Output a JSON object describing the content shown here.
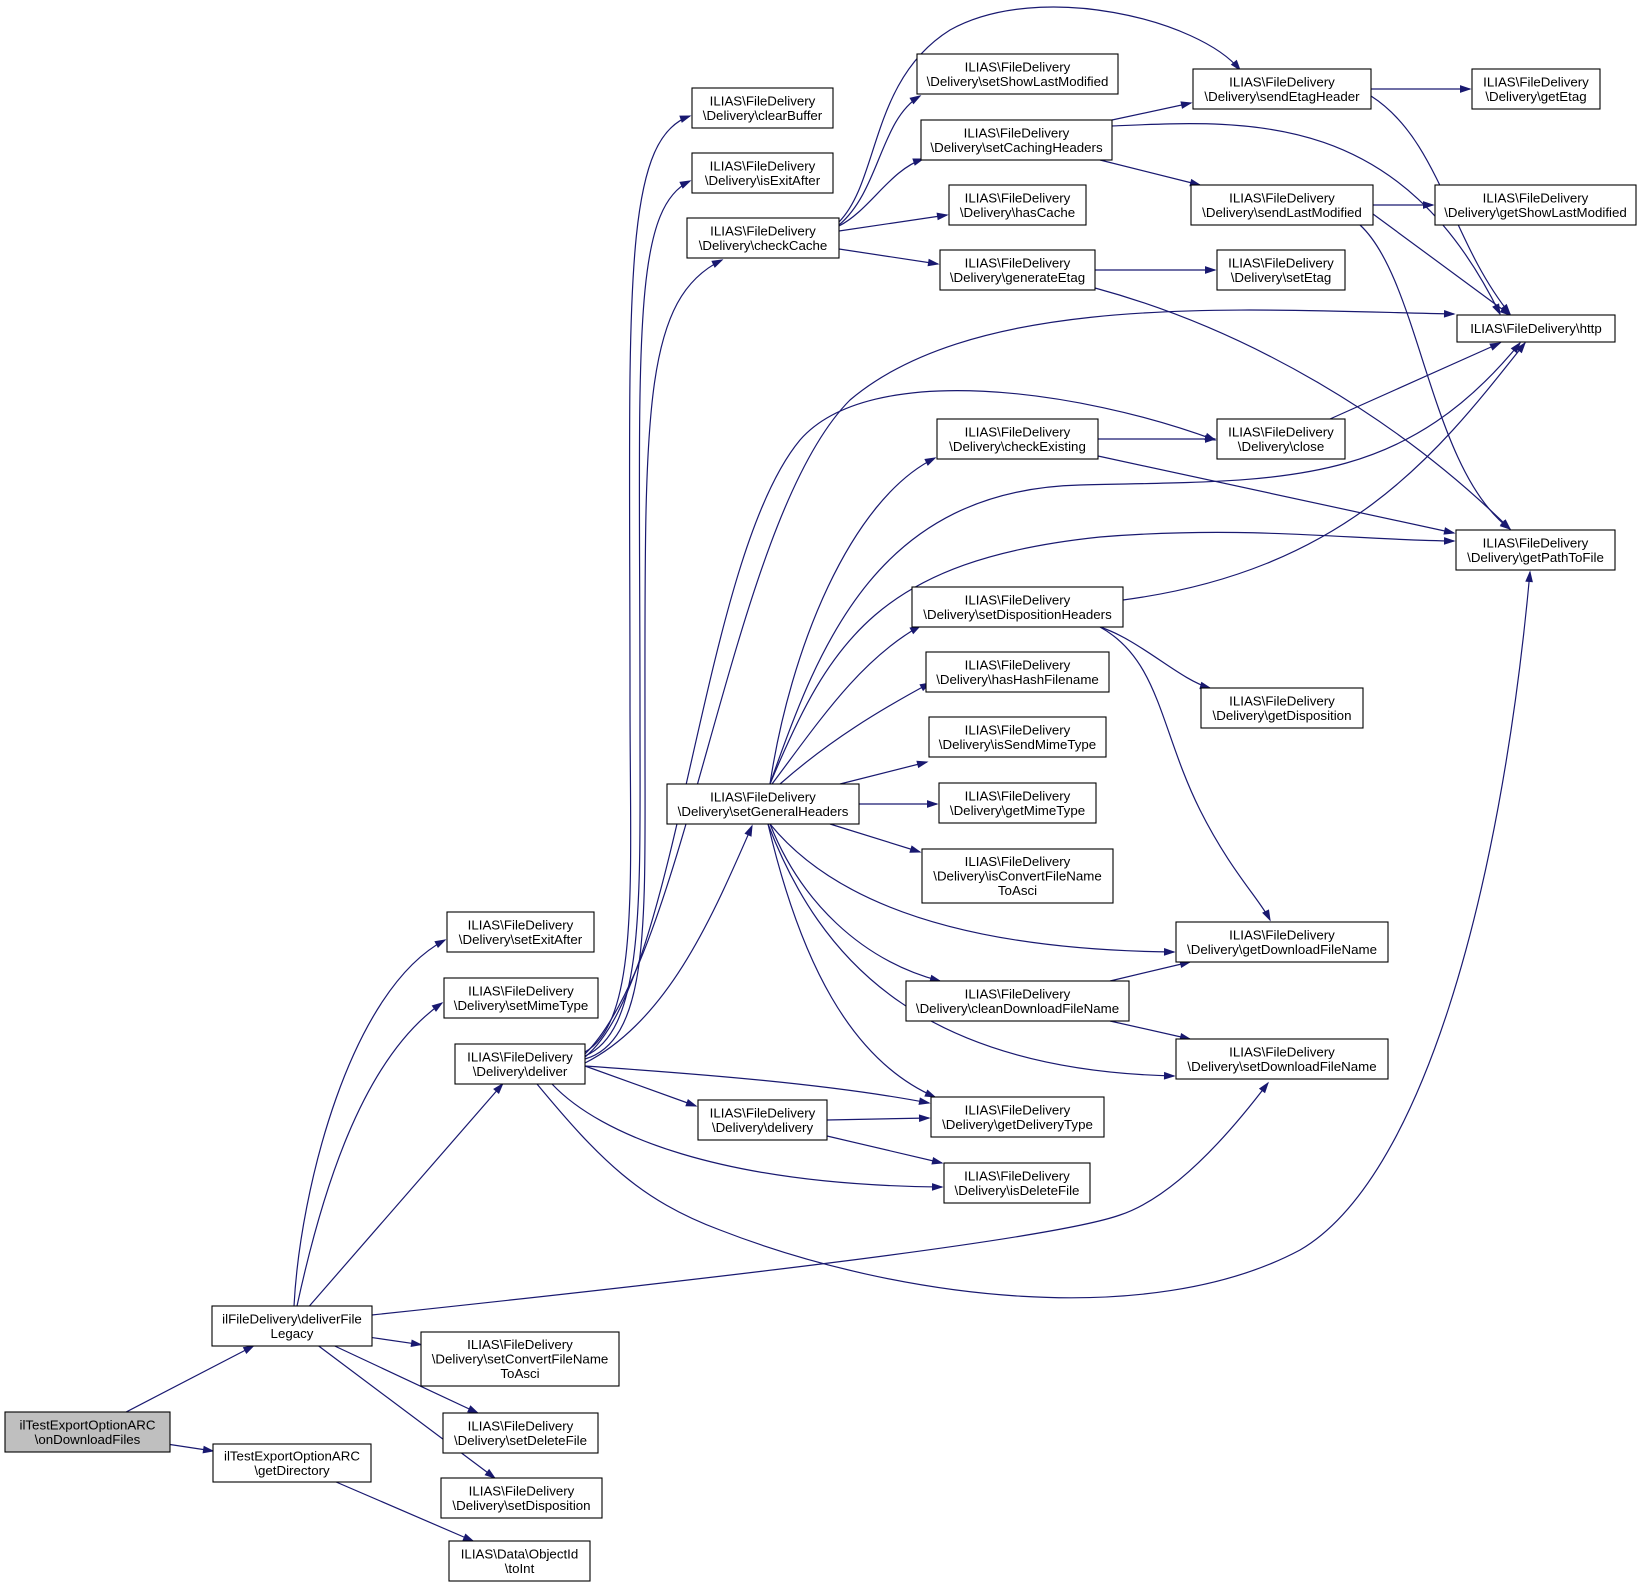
{
  "colors": {
    "edge": "#191970",
    "node_border": "#000000",
    "root_fill": "#bfbfbf",
    "node_fill": "#ffffff"
  },
  "nodes": [
    {
      "id": "root",
      "lines": [
        "ilTestExportOptionARC",
        "\\onDownloadFiles"
      ],
      "highlight": true
    },
    {
      "id": "deliverFileLegacy",
      "lines": [
        "ilFileDelivery\\deliverFile",
        "Legacy"
      ]
    },
    {
      "id": "getDirectory",
      "lines": [
        "ilTestExportOptionARC",
        "\\getDirectory"
      ]
    },
    {
      "id": "toInt",
      "lines": [
        "ILIAS\\Data\\ObjectId",
        "\\toInt"
      ]
    },
    {
      "id": "setExitAfter",
      "lines": [
        "ILIAS\\FileDelivery",
        "\\Delivery\\setExitAfter"
      ]
    },
    {
      "id": "setMimeType",
      "lines": [
        "ILIAS\\FileDelivery",
        "\\Delivery\\setMimeType"
      ]
    },
    {
      "id": "deliver",
      "lines": [
        "ILIAS\\FileDelivery",
        "\\Delivery\\deliver"
      ]
    },
    {
      "id": "setConvertFileNameToAsci",
      "lines": [
        "ILIAS\\FileDelivery",
        "\\Delivery\\setConvertFileName",
        "ToAsci"
      ]
    },
    {
      "id": "setDeleteFile",
      "lines": [
        "ILIAS\\FileDelivery",
        "\\Delivery\\setDeleteFile"
      ]
    },
    {
      "id": "setDisposition",
      "lines": [
        "ILIAS\\FileDelivery",
        "\\Delivery\\setDisposition"
      ]
    },
    {
      "id": "clearBuffer",
      "lines": [
        "ILIAS\\FileDelivery",
        "\\Delivery\\clearBuffer"
      ]
    },
    {
      "id": "isExitAfter",
      "lines": [
        "ILIAS\\FileDelivery",
        "\\Delivery\\isExitAfter"
      ]
    },
    {
      "id": "checkCache",
      "lines": [
        "ILIAS\\FileDelivery",
        "\\Delivery\\checkCache"
      ]
    },
    {
      "id": "setGeneralHeaders",
      "lines": [
        "ILIAS\\FileDelivery",
        "\\Delivery\\setGeneralHeaders"
      ]
    },
    {
      "id": "delivery",
      "lines": [
        "ILIAS\\FileDelivery",
        "\\Delivery\\delivery"
      ]
    },
    {
      "id": "setShowLastModified",
      "lines": [
        "ILIAS\\FileDelivery",
        "\\Delivery\\setShowLastModified"
      ]
    },
    {
      "id": "setCachingHeaders",
      "lines": [
        "ILIAS\\FileDelivery",
        "\\Delivery\\setCachingHeaders"
      ]
    },
    {
      "id": "hasCache",
      "lines": [
        "ILIAS\\FileDelivery",
        "\\Delivery\\hasCache"
      ]
    },
    {
      "id": "generateEtag",
      "lines": [
        "ILIAS\\FileDelivery",
        "\\Delivery\\generateEtag"
      ]
    },
    {
      "id": "checkExisting",
      "lines": [
        "ILIAS\\FileDelivery",
        "\\Delivery\\checkExisting"
      ]
    },
    {
      "id": "setDispositionHeaders",
      "lines": [
        "ILIAS\\FileDelivery",
        "\\Delivery\\setDispositionHeaders"
      ]
    },
    {
      "id": "hasHashFilename",
      "lines": [
        "ILIAS\\FileDelivery",
        "\\Delivery\\hasHashFilename"
      ]
    },
    {
      "id": "isSendMimeType",
      "lines": [
        "ILIAS\\FileDelivery",
        "\\Delivery\\isSendMimeType"
      ]
    },
    {
      "id": "getMimeType",
      "lines": [
        "ILIAS\\FileDelivery",
        "\\Delivery\\getMimeType"
      ]
    },
    {
      "id": "isConvertFileNameToAsci",
      "lines": [
        "ILIAS\\FileDelivery",
        "\\Delivery\\isConvertFileName",
        "ToAsci"
      ]
    },
    {
      "id": "cleanDownloadFileName",
      "lines": [
        "ILIAS\\FileDelivery",
        "\\Delivery\\cleanDownloadFileName"
      ]
    },
    {
      "id": "getDeliveryType",
      "lines": [
        "ILIAS\\FileDelivery",
        "\\Delivery\\getDeliveryType"
      ]
    },
    {
      "id": "isDeleteFile",
      "lines": [
        "ILIAS\\FileDelivery",
        "\\Delivery\\isDeleteFile"
      ]
    },
    {
      "id": "sendEtagHeader",
      "lines": [
        "ILIAS\\FileDelivery",
        "\\Delivery\\sendEtagHeader"
      ]
    },
    {
      "id": "sendLastModified",
      "lines": [
        "ILIAS\\FileDelivery",
        "\\Delivery\\sendLastModified"
      ]
    },
    {
      "id": "setEtag",
      "lines": [
        "ILIAS\\FileDelivery",
        "\\Delivery\\setEtag"
      ]
    },
    {
      "id": "close",
      "lines": [
        "ILIAS\\FileDelivery",
        "\\Delivery\\close"
      ]
    },
    {
      "id": "getDisposition",
      "lines": [
        "ILIAS\\FileDelivery",
        "\\Delivery\\getDisposition"
      ]
    },
    {
      "id": "getDownloadFileName",
      "lines": [
        "ILIAS\\FileDelivery",
        "\\Delivery\\getDownloadFileName"
      ]
    },
    {
      "id": "setDownloadFileName",
      "lines": [
        "ILIAS\\FileDelivery",
        "\\Delivery\\setDownloadFileName"
      ]
    },
    {
      "id": "getEtag",
      "lines": [
        "ILIAS\\FileDelivery",
        "\\Delivery\\getEtag"
      ]
    },
    {
      "id": "getShowLastModified",
      "lines": [
        "ILIAS\\FileDelivery",
        "\\Delivery\\getShowLastModified"
      ]
    },
    {
      "id": "http",
      "lines": [
        "ILIAS\\FileDelivery\\http"
      ]
    },
    {
      "id": "getPathToFile",
      "lines": [
        "ILIAS\\FileDelivery",
        "\\Delivery\\getPathToFile"
      ]
    }
  ],
  "edges": [
    [
      "root",
      "deliverFileLegacy"
    ],
    [
      "root",
      "getDirectory"
    ],
    [
      "getDirectory",
      "toInt"
    ],
    [
      "deliverFileLegacy",
      "setExitAfter"
    ],
    [
      "deliverFileLegacy",
      "setMimeType"
    ],
    [
      "deliverFileLegacy",
      "deliver"
    ],
    [
      "deliverFileLegacy",
      "setConvertFileNameToAsci"
    ],
    [
      "deliverFileLegacy",
      "setDeleteFile"
    ],
    [
      "deliverFileLegacy",
      "setDisposition"
    ],
    [
      "deliverFileLegacy",
      "setDownloadFileName"
    ],
    [
      "deliver",
      "clearBuffer"
    ],
    [
      "deliver",
      "isExitAfter"
    ],
    [
      "deliver",
      "checkCache"
    ],
    [
      "deliver",
      "setGeneralHeaders"
    ],
    [
      "deliver",
      "delivery"
    ],
    [
      "deliver",
      "getDeliveryType"
    ],
    [
      "deliver",
      "isDeleteFile"
    ],
    [
      "deliver",
      "close"
    ],
    [
      "deliver",
      "http"
    ],
    [
      "deliver",
      "getPathToFile"
    ],
    [
      "checkCache",
      "setShowLastModified"
    ],
    [
      "checkCache",
      "setCachingHeaders"
    ],
    [
      "checkCache",
      "hasCache"
    ],
    [
      "checkCache",
      "generateEtag"
    ],
    [
      "checkCache",
      "sendEtagHeader"
    ],
    [
      "setCachingHeaders",
      "sendEtagHeader"
    ],
    [
      "setCachingHeaders",
      "sendLastModified"
    ],
    [
      "setCachingHeaders",
      "http"
    ],
    [
      "sendEtagHeader",
      "getEtag"
    ],
    [
      "sendEtagHeader",
      "http"
    ],
    [
      "sendLastModified",
      "getShowLastModified"
    ],
    [
      "sendLastModified",
      "http"
    ],
    [
      "sendLastModified",
      "getPathToFile"
    ],
    [
      "generateEtag",
      "setEtag"
    ],
    [
      "generateEtag",
      "getPathToFile"
    ],
    [
      "setGeneralHeaders",
      "checkExisting"
    ],
    [
      "setGeneralHeaders",
      "http"
    ],
    [
      "setGeneralHeaders",
      "getPathToFile"
    ],
    [
      "setGeneralHeaders",
      "setDispositionHeaders"
    ],
    [
      "setGeneralHeaders",
      "hasHashFilename"
    ],
    [
      "setGeneralHeaders",
      "isSendMimeType"
    ],
    [
      "setGeneralHeaders",
      "getMimeType"
    ],
    [
      "setGeneralHeaders",
      "isConvertFileNameToAsci"
    ],
    [
      "setGeneralHeaders",
      "getDownloadFileName"
    ],
    [
      "setGeneralHeaders",
      "cleanDownloadFileName"
    ],
    [
      "setGeneralHeaders",
      "setDownloadFileName"
    ],
    [
      "setGeneralHeaders",
      "getDeliveryType"
    ],
    [
      "checkExisting",
      "close"
    ],
    [
      "checkExisting",
      "getPathToFile"
    ],
    [
      "close",
      "http"
    ],
    [
      "setDispositionHeaders",
      "http"
    ],
    [
      "setDispositionHeaders",
      "getDisposition"
    ],
    [
      "setDispositionHeaders",
      "getDownloadFileName"
    ],
    [
      "cleanDownloadFileName",
      "getDownloadFileName"
    ],
    [
      "cleanDownloadFileName",
      "setDownloadFileName"
    ],
    [
      "delivery",
      "getDeliveryType"
    ],
    [
      "delivery",
      "isDeleteFile"
    ]
  ]
}
